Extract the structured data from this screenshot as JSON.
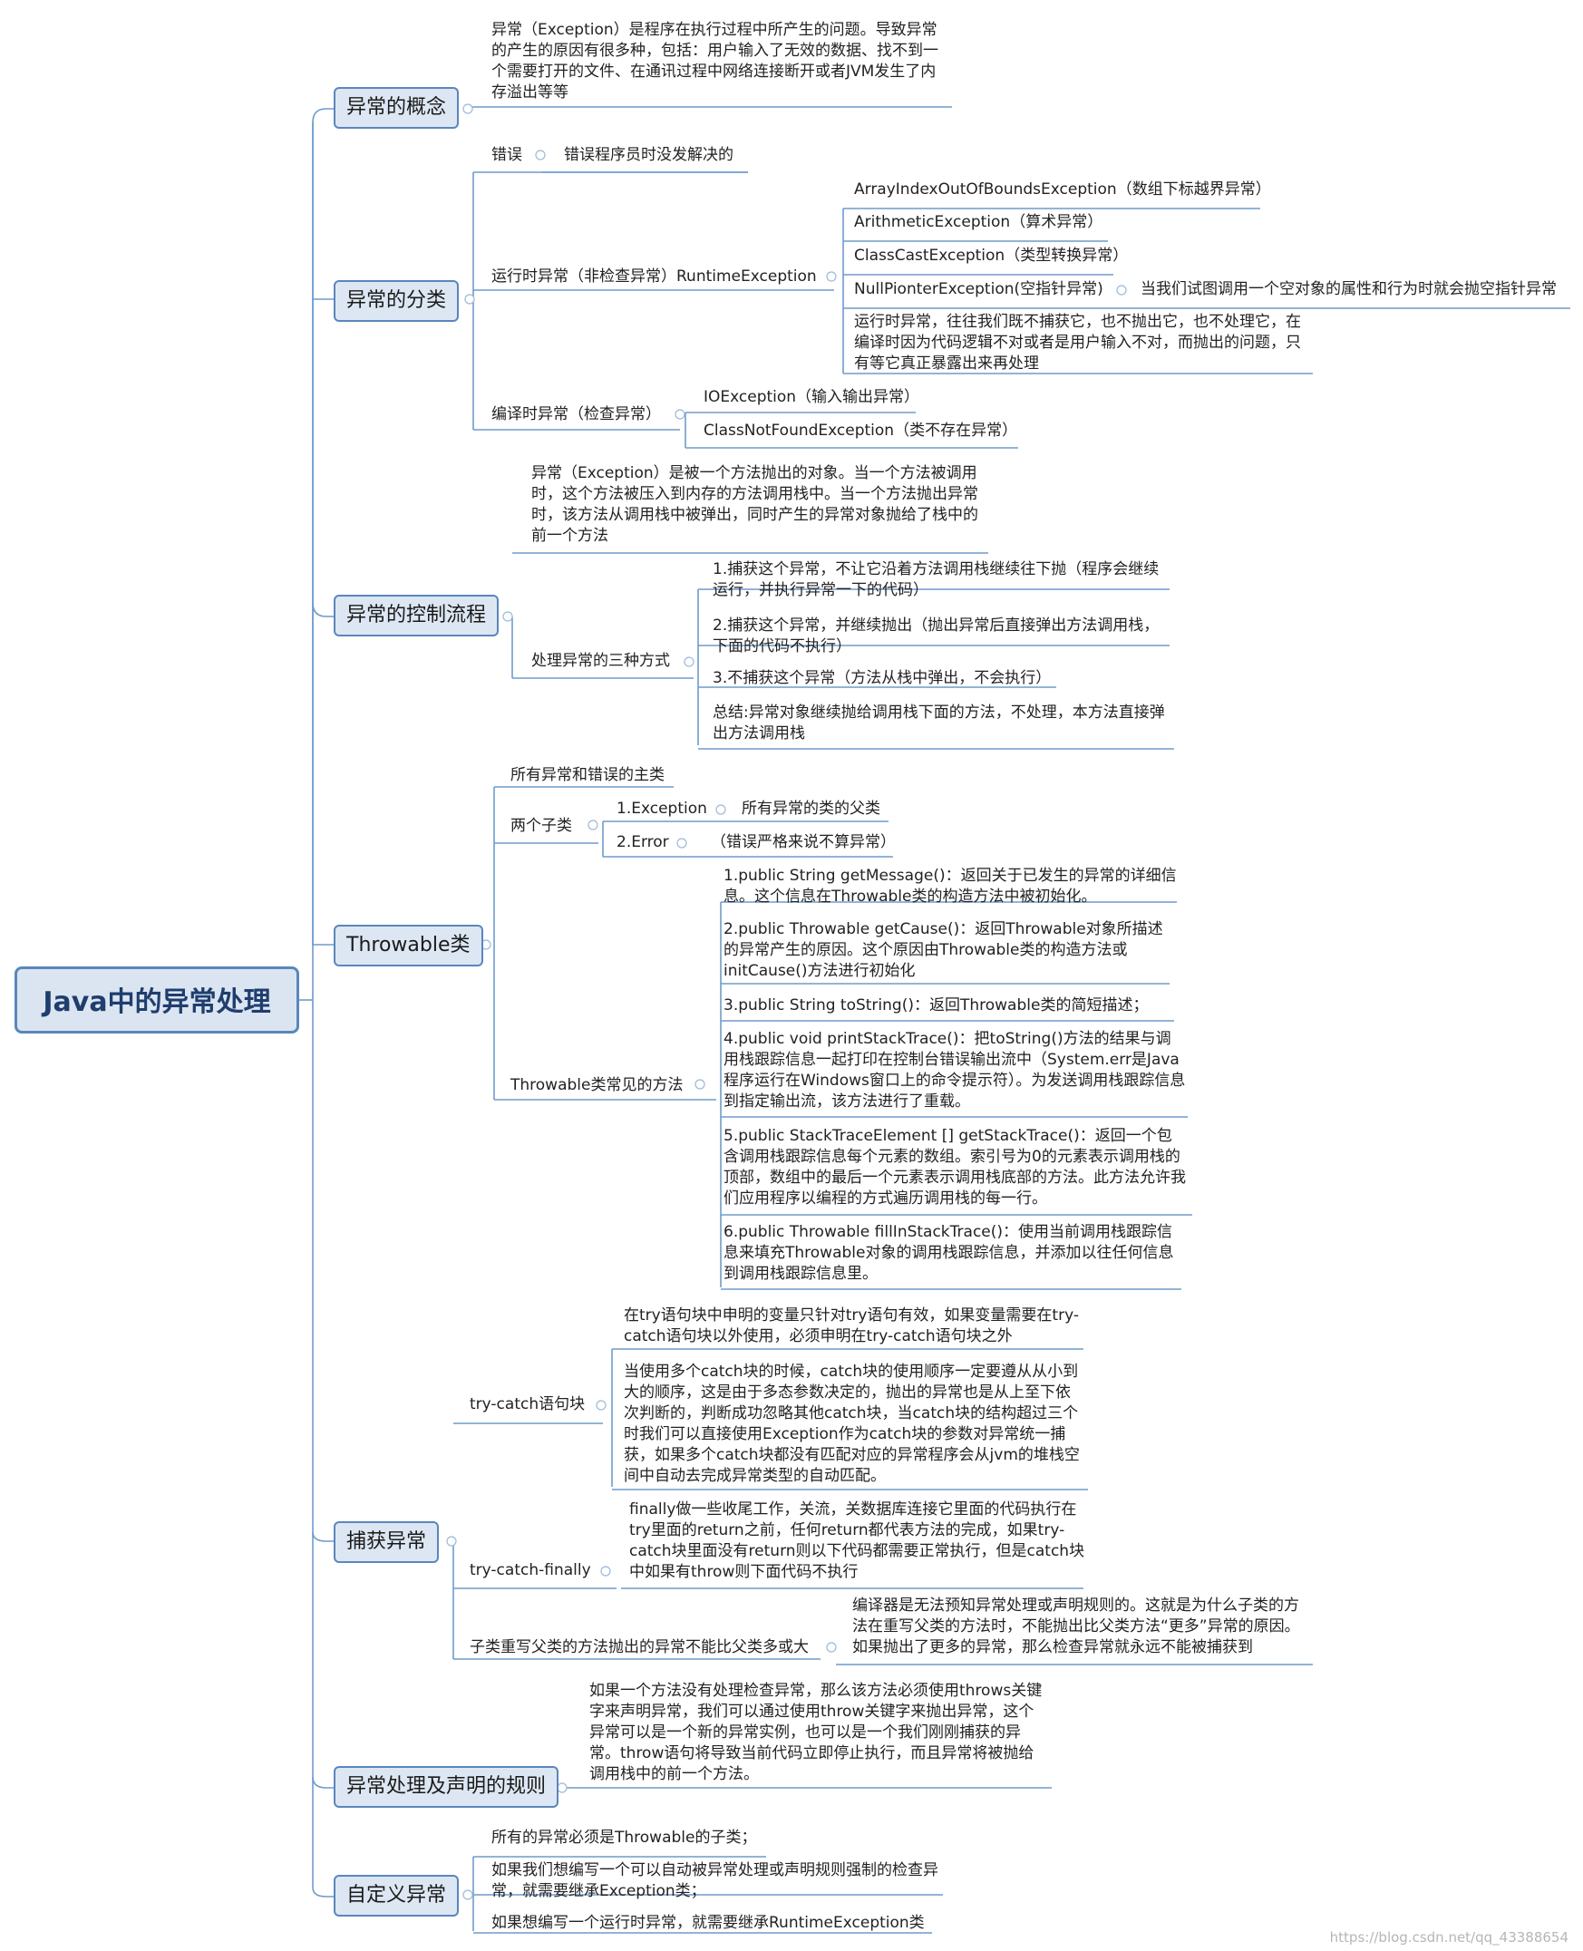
{
  "root": "Java中的异常处理",
  "concept": {
    "title": "异常的概念",
    "text": "异常（Exception）是程序在执行过程中所产生的问题。导致异常的产生的原因有很多种，包括：用户输入了无效的数据、找不到一个需要打开的文件、在通讯过程中网络连接断开或者JVM发生了内存溢出等等"
  },
  "classify": {
    "title": "异常的分类",
    "error_label": "错误",
    "error_desc": "错误程序员时没发解决的",
    "runtime_label": "运行时异常（非检查异常）RuntimeException",
    "runtime_items": [
      "ArrayIndexOutOfBoundsException（数组下标越界异常）",
      "ArithmeticException（算术异常）",
      "ClassCastException（类型转换异常）",
      "NullPionterException(空指针异常)"
    ],
    "npe_desc": "当我们试图调用一个空对象的属性和行为时就会抛空指针异常",
    "runtime_note": "运行时异常，往往我们既不捕获它，也不抛出它，也不处理它，在编译时因为代码逻辑不对或者是用户输入不对，而抛出的问题，只有等它真正暴露出来再处理",
    "checked_label": "编译时异常（检查异常）",
    "checked_items": [
      "IOException（输入输出异常）",
      "ClassNotFoundException（类不存在异常）"
    ]
  },
  "flow": {
    "title": "异常的控制流程",
    "intro": "异常（Exception）是被一个方法抛出的对象。当一个方法被调用时，这个方法被压入到内存的方法调用栈中。当一个方法抛出异常时，该方法从调用栈中被弹出，同时产生的异常对象抛给了栈中的前一个方法",
    "ways_label": "处理异常的三种方式",
    "ways": [
      "1.捕获这个异常，不让它沿着方法调用栈继续往下抛（程序会继续运行，并执行异常一下的代码）",
      "2.捕获这个异常，并继续抛出（抛出异常后直接弹出方法调用栈，下面的代码不执行）",
      "3.不捕获这个异常（方法从栈中弹出，不会执行）",
      "总结:异常对象继续抛给调用栈下面的方法，不处理，本方法直接弹出方法调用栈"
    ]
  },
  "throwable": {
    "title": "Throwable类",
    "main_class": "所有异常和错误的主类",
    "two_sub": "两个子类",
    "exception_label": "1.Exception",
    "exception_desc": "所有异常的类的父类",
    "error_label": "2.Error",
    "error_desc": "（错误严格来说不算异常）",
    "methods_label": "Throwable类常见的方法",
    "methods": [
      "1.public String getMessage()：返回关于已发生的异常的详细信息。这个信息在Throwable类的构造方法中被初始化。",
      "2.public Throwable getCause()：返回Throwable对象所描述的异常产生的原因。这个原因由Throwable类的构造方法或initCause()方法进行初始化",
      "3.public String toString()：返回Throwable类的简短描述；",
      "4.public void printStackTrace()：把toString()方法的结果与调用栈跟踪信息一起打印在控制台错误输出流中（System.err是Java程序运行在Windows窗口上的命令提示符）。为发送调用栈跟踪信息到指定输出流，该方法进行了重载。",
      "5.public StackTraceElement [] getStackTrace()：返回一个包含调用栈跟踪信息每个元素的数组。索引号为0的元素表示调用栈的顶部，数组中的最后一个元素表示调用栈底部的方法。此方法允许我们应用程序以编程的方式遍历调用栈的每一行。",
      "6.public Throwable fillInStackTrace()：使用当前调用栈跟踪信息来填充Throwable对象的调用栈跟踪信息，并添加以往任何信息到调用栈跟踪信息里。"
    ]
  },
  "catch": {
    "title": "捕获异常",
    "trycatch_label": "try-catch语句块",
    "trycatch_notes": [
      "在try语句块中申明的变量只针对try语句有效，如果变量需要在try-catch语句块以外使用，必须申明在try-catch语句块之外",
      "当使用多个catch块的时候，catch块的使用顺序一定要遵从从小到大的顺序，这是由于多态参数决定的，抛出的异常也是从上至下依次判断的，判断成功忽略其他catch块，当catch块的结构超过三个时我们可以直接使用Exception作为catch块的参数对异常统一捕获，如果多个catch块都没有匹配对应的异常程序会从jvm的堆栈空间中自动去完成异常类型的自动匹配。"
    ],
    "finally_label": "try-catch-finally",
    "finally_note": "finally做一些收尾工作，关流，关数据库连接它里面的代码执行在try里面的return之前，任何return都代表方法的完成，如果try-catch块里面没有return则以下代码都需要正常执行，但是catch块中如果有throw则下面代码不执行",
    "override_label": "子类重写父类的方法抛出的异常不能比父类多或大",
    "override_note": "编译器是无法预知异常处理或声明规则的。这就是为什么子类的方法在重写父类的方法时，不能抛出比父类方法“更多”异常的原因。如果抛出了更多的异常，那么检查异常就永远不能被捕获到"
  },
  "rules": {
    "title": "异常处理及声明的规则",
    "text": "如果一个方法没有处理检查异常，那么该方法必须使用throws关键字来声明异常，我们可以通过使用throw关键字来抛出异常，这个异常可以是一个新的异常实例，也可以是一个我们刚刚捕获的异常。throw语句将导致当前代码立即停止执行，而且异常将被抛给调用栈中的前一个方法。"
  },
  "custom": {
    "title": "自定义异常",
    "items": [
      "所有的异常必须是Throwable的子类；",
      "如果我们想编写一个可以自动被异常处理或声明规则强制的检查异常，就需要继承Exception类；",
      "如果想编写一个运行时异常，就需要继承RuntimeException类"
    ]
  },
  "watermark": "https://blog.csdn.net/qq_43388654"
}
